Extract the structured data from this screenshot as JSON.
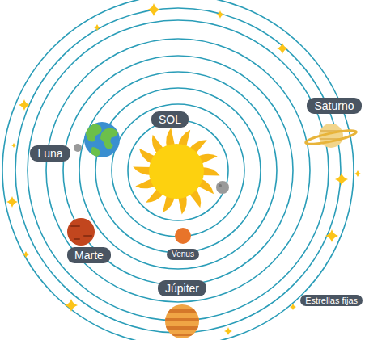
{
  "diagram": {
    "nodes": [
      {
        "text": [
          "SOL"
        ]
      },
      {
        "text": [
          "Saturno"
        ]
      },
      {
        "text": [
          "Luna"
        ]
      },
      {
        "text": [
          "Marte"
        ]
      },
      {
        "text": [
          "Venus"
        ]
      },
      {
        "text": [
          "Júpiter"
        ]
      },
      {
        "text": [
          "Estrellas fijas"
        ]
      }
    ]
  }
}
